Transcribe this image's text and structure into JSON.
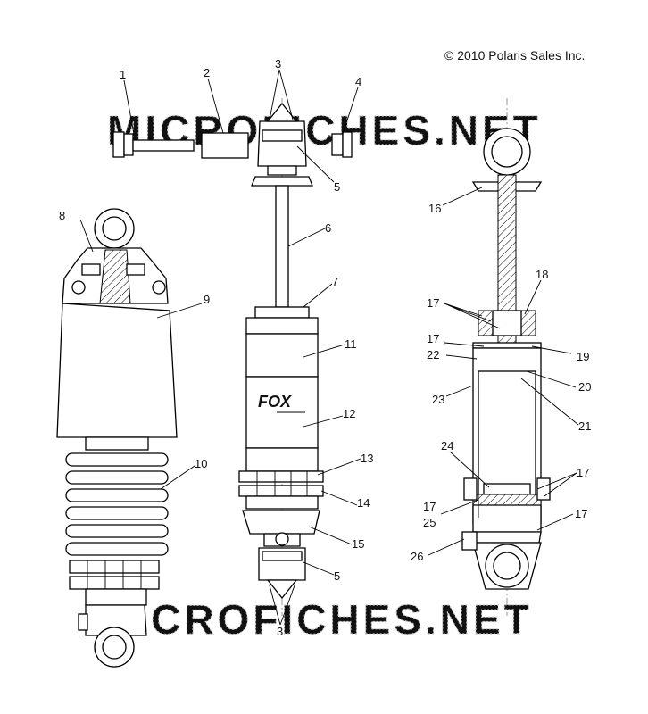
{
  "copyright": "© 2010 Polaris Sales Inc.",
  "watermark": "MICROFICHES.NET",
  "brand_mark": "FOX",
  "callouts": [
    "1",
    "2",
    "3",
    "4",
    "5",
    "6",
    "7",
    "8",
    "9",
    "10",
    "11",
    "12",
    "13",
    "14",
    "15",
    "3",
    "5",
    "16",
    "17",
    "18",
    "17",
    "22",
    "19",
    "23",
    "20",
    "21",
    "24",
    "17",
    "17",
    "25",
    "17",
    "26"
  ]
}
